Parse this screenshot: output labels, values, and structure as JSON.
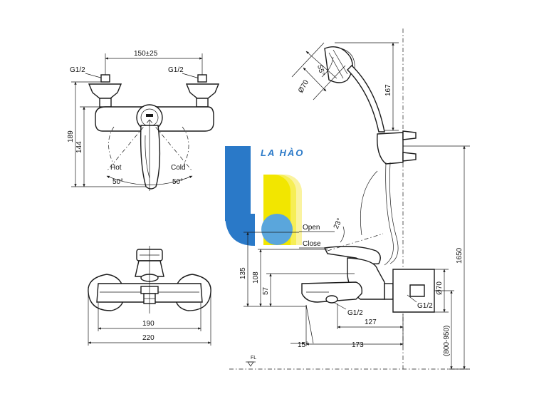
{
  "watermark": {
    "text": "LA HÀO",
    "colors": {
      "blue": "#2a79c8",
      "light_blue": "#5aa6dc",
      "yellow": "#f2e600",
      "pale_yellow": "#faf3a0"
    }
  },
  "front_view": {
    "label_g12_left": "G1/2",
    "label_g12_right": "G1/2",
    "dim_width": "150±25",
    "dim_189": "189",
    "dim_144": "144",
    "label_hot": "Hot",
    "label_cold": "Cold",
    "angle_left": "50°",
    "angle_right": "50°"
  },
  "top_view": {
    "dim_190": "190",
    "dim_220": "220"
  },
  "side_view": {
    "angle_55": "55°",
    "dia_70_head": "Ø70",
    "dim_167": "167",
    "dim_1650": "1650",
    "label_open": "Open",
    "label_close": "Close",
    "angle_23": "23°",
    "dim_135": "135",
    "dim_108": "108",
    "dim_57": "57",
    "dia_70_body": "Ø70",
    "label_g12_spout": "G1/2",
    "label_g12_wall": "G1/2",
    "dim_127": "127",
    "dim_173": "173",
    "angle_15": "15°",
    "dim_800_950": "(800-950)",
    "label_fl": "FL"
  }
}
